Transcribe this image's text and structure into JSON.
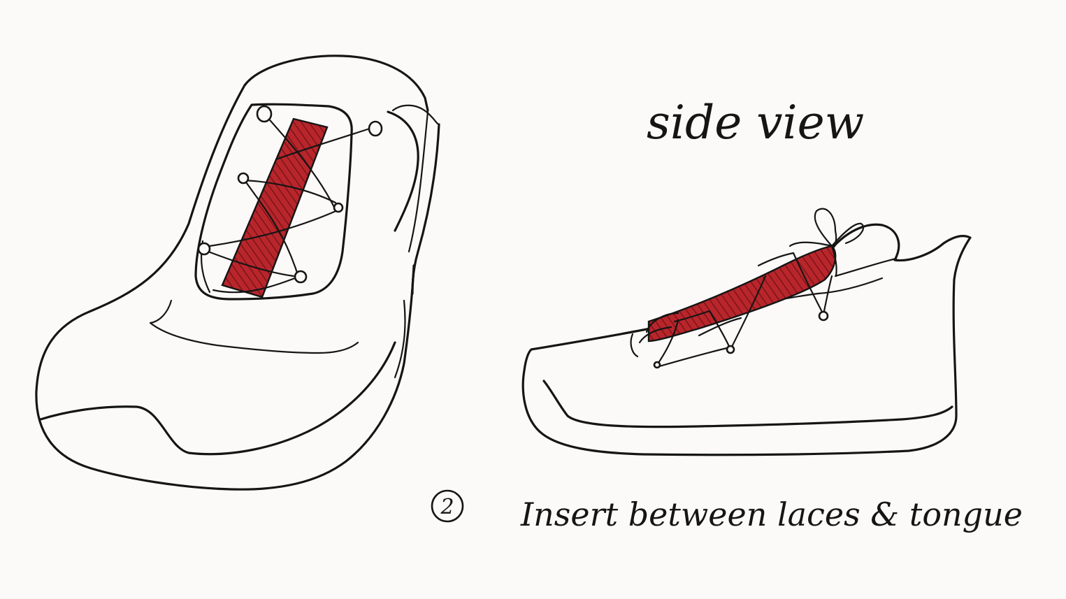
{
  "labels": {
    "side_view": "side view",
    "step_number": "2",
    "instruction": "Insert between laces & tongue"
  },
  "colors": {
    "ink": "#151515",
    "paper": "#fbfaf8",
    "insert_fill": "#b8262c",
    "insert_hatch": "#7c1418"
  },
  "figures": [
    {
      "id": "top-view-shoe",
      "caption": ""
    },
    {
      "id": "side-view-shoe",
      "caption": "side view"
    }
  ]
}
